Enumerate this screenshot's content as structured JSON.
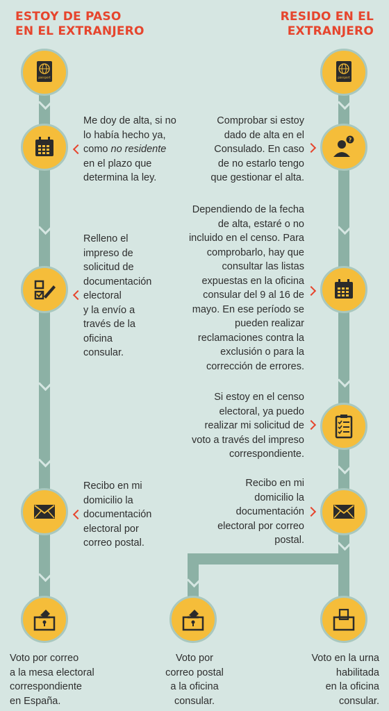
{
  "header": {
    "left_title_1": "ESTOY DE PASO",
    "left_title_2": "EN EL EXTRANJERO",
    "right_title_1": "RESIDO EN EL",
    "right_title_2": "EXTRANJERO"
  },
  "passport_label": "passport",
  "left_steps": [
    {
      "lines": [
        "Me doy de alta, si no",
        "lo había hecho ya,",
        "como ",
        "no residente",
        "en el plazo que",
        "determina la ley."
      ]
    },
    {
      "lines": [
        "Relleno el",
        "impreso de",
        "solicitud de",
        "documentación",
        "electoral",
        "y la envío a",
        "través de la",
        "oficina",
        "consular."
      ]
    },
    {
      "lines": [
        "Recibo en mi",
        "domicilio la",
        "documentación",
        "electoral por",
        "correo postal."
      ]
    }
  ],
  "right_steps": [
    {
      "lines": [
        "Comprobar si estoy",
        "dado de alta en el",
        "Consulado. En caso",
        "de no estarlo tengo",
        "que gestionar el alta."
      ]
    },
    {
      "lines": [
        "Dependiendo de la fecha",
        "de alta, estaré o no",
        "incluido en el censo. Para",
        "comprobarlo, hay que",
        "consultar las listas",
        "expuestas en la oficina",
        "consular del 9 al 16 de",
        "mayo. En ese período se",
        "pueden realizar",
        "reclamaciones contra la",
        "exclusión o para la",
        "corrección de errores."
      ]
    },
    {
      "lines": [
        "Si estoy en el censo",
        "electoral, ya puedo",
        "realizar mi solicitud de",
        "voto a través del impreso",
        "correspondiente."
      ]
    },
    {
      "lines": [
        "Recibo en mi",
        "domicilio la",
        "documentación",
        "electoral por correo",
        "postal."
      ]
    }
  ],
  "outcomes": [
    {
      "lines": [
        "Voto por correo",
        "a la mesa electoral",
        "correspondiente",
        "en España."
      ]
    },
    {
      "lines": [
        "Voto por",
        "correo postal",
        "a la oficina",
        "consular."
      ]
    },
    {
      "lines": [
        "Voto en la urna",
        "habilitada",
        "en la oficina",
        "consular."
      ]
    }
  ],
  "colors": {
    "accent": "#e6452d",
    "circle": "#f5bd3a",
    "track": "#8cb1a5",
    "background": "#d6e6e2"
  }
}
